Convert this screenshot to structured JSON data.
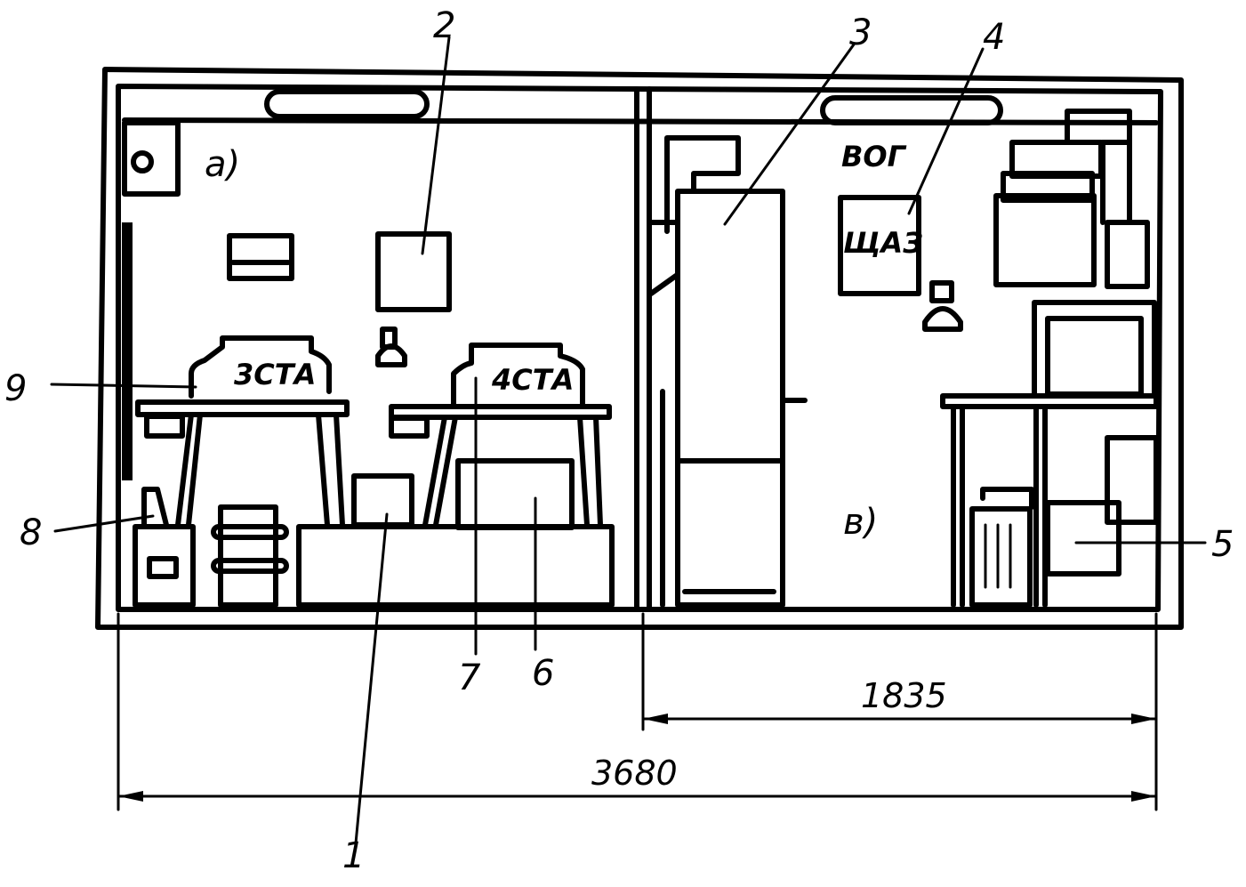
{
  "labels": {
    "n1": "1",
    "n2": "2",
    "n3": "3",
    "n4": "4",
    "n5": "5",
    "n6": "6",
    "n7": "7",
    "n8": "8",
    "n9": "9"
  },
  "sections": {
    "a": "а)",
    "b": "в)"
  },
  "equipment": {
    "sta3": "3СТА",
    "sta4": "4СТА",
    "shaz": "ЩАЗ",
    "vog": "ВОГ"
  },
  "dimensions": {
    "total": "3680",
    "partial": "1835"
  }
}
